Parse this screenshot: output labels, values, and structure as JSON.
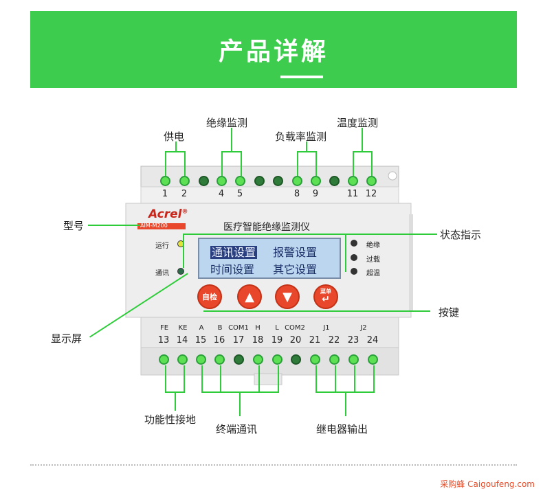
{
  "banner": {
    "title": "产品详解"
  },
  "device": {
    "brand": "Acrel",
    "registered_mark": "®",
    "model": "AIM-M200",
    "name": "医疗智能绝缘监测仪",
    "lcd": {
      "row1": [
        "通讯设置",
        "报警设置"
      ],
      "row2": [
        "时间设置",
        "其它设置"
      ]
    },
    "left_leds": [
      "运行",
      "通讯"
    ],
    "right_leds": [
      "绝缘",
      "过载",
      "超温"
    ],
    "buttons": {
      "self_test": "自检",
      "menu": "菜单"
    }
  },
  "top_terminals": [
    "1",
    "2",
    "4",
    "5",
    "8",
    "9",
    "11",
    "12"
  ],
  "bottom_terminal_names": [
    "FE",
    "KE",
    "A",
    "B",
    "COM1",
    "H",
    "L",
    "COM2",
    "J1",
    "J2"
  ],
  "bottom_terminal_numbers": [
    "13",
    "14",
    "15",
    "16",
    "17",
    "18",
    "19",
    "20",
    "21",
    "22",
    "23",
    "24"
  ],
  "callouts": {
    "power": "供电",
    "insulation": "绝缘监测",
    "load": "负载率监测",
    "temperature": "温度监测",
    "model": "型号",
    "status": "状态指示",
    "keys": "按键",
    "display": "显示屏",
    "ground": "功能性接地",
    "comm": "终端通讯",
    "relay": "继电器输出"
  },
  "footer": {
    "brand": "采购蜂 Caigoufeng.com"
  },
  "colors": {
    "green": "#3ecc4f",
    "button_red": "#e8472b",
    "lcd_blue": "#bcd6f0"
  }
}
